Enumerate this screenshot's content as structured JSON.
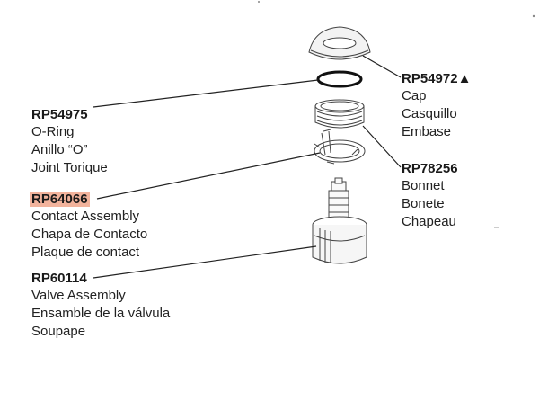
{
  "callouts": {
    "cap": {
      "part_number": "RP54972",
      "mark": "▲",
      "lines": [
        "Cap",
        "Casquillo",
        "Embase"
      ]
    },
    "oring": {
      "part_number": "RP54975",
      "lines": [
        "O-Ring",
        "Anillo “O”",
        "Joint Torique"
      ]
    },
    "bonnet": {
      "part_number": "RP78256",
      "lines": [
        "Bonnet",
        "Bonete",
        "Chapeau"
      ]
    },
    "contact": {
      "part_number": "RP64066",
      "highlighted": true,
      "lines": [
        "Contact Assembly",
        "Chapa de Contacto",
        "Plaque de contact"
      ]
    },
    "valve": {
      "part_number": "RP60114",
      "lines": [
        "Valve Assembly",
        "Ensamble de la válvula",
        "Soupape"
      ]
    }
  },
  "colors": {
    "highlight": "#f2b39c",
    "line": "#222222"
  }
}
